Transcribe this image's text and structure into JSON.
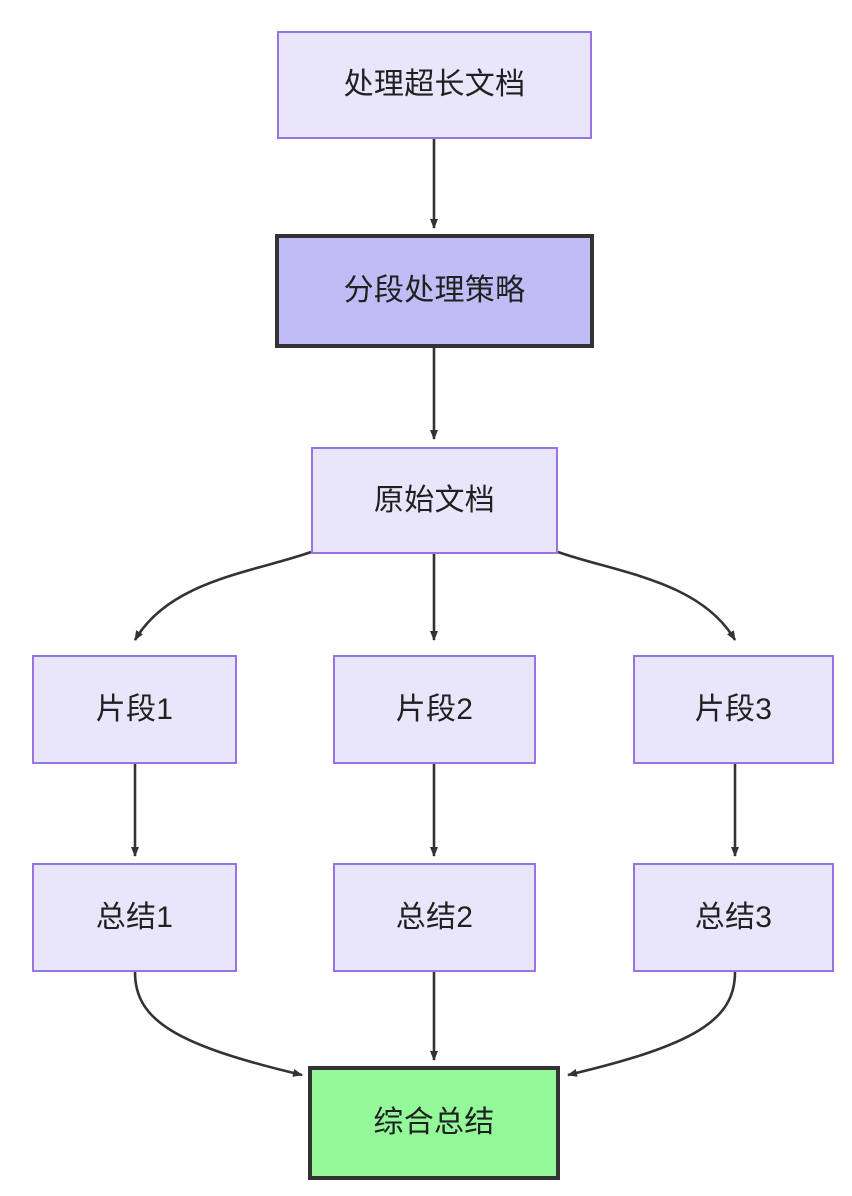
{
  "diagram": {
    "type": "flowchart",
    "direction": "top-down",
    "title": "处理超长文档 分段处理策略",
    "background": "#ffffff",
    "colors": {
      "node_fill": "#e9e6fb",
      "node_border": "#9a73e3",
      "highlight_fill": "#c0bcf5",
      "highlight_border": "#333333",
      "result_fill": "#93f999",
      "result_border": "#333333",
      "edge_stroke": "#333333",
      "text": "#1f2020"
    },
    "nodes": [
      {
        "id": "n1",
        "label": "处理超长文档",
        "style": "plain"
      },
      {
        "id": "n2",
        "label": "分段处理策略",
        "style": "highlight"
      },
      {
        "id": "n3",
        "label": "原始文档",
        "style": "plain"
      },
      {
        "id": "n4",
        "label": "片段1",
        "style": "plain"
      },
      {
        "id": "n5",
        "label": "片段2",
        "style": "plain"
      },
      {
        "id": "n6",
        "label": "片段3",
        "style": "plain"
      },
      {
        "id": "n7",
        "label": "总结1",
        "style": "plain"
      },
      {
        "id": "n8",
        "label": "总结2",
        "style": "plain"
      },
      {
        "id": "n9",
        "label": "总结3",
        "style": "plain"
      },
      {
        "id": "n10",
        "label": "综合总结",
        "style": "result"
      }
    ],
    "edges": [
      {
        "from": "n1",
        "to": "n2",
        "shape": "straight"
      },
      {
        "from": "n2",
        "to": "n3",
        "shape": "straight"
      },
      {
        "from": "n3",
        "to": "n4",
        "shape": "curved"
      },
      {
        "from": "n3",
        "to": "n5",
        "shape": "straight"
      },
      {
        "from": "n3",
        "to": "n6",
        "shape": "curved"
      },
      {
        "from": "n4",
        "to": "n7",
        "shape": "straight"
      },
      {
        "from": "n5",
        "to": "n8",
        "shape": "straight"
      },
      {
        "from": "n6",
        "to": "n9",
        "shape": "straight"
      },
      {
        "from": "n7",
        "to": "n10",
        "shape": "curved"
      },
      {
        "from": "n8",
        "to": "n10",
        "shape": "straight"
      },
      {
        "from": "n9",
        "to": "n10",
        "shape": "curved"
      }
    ]
  }
}
